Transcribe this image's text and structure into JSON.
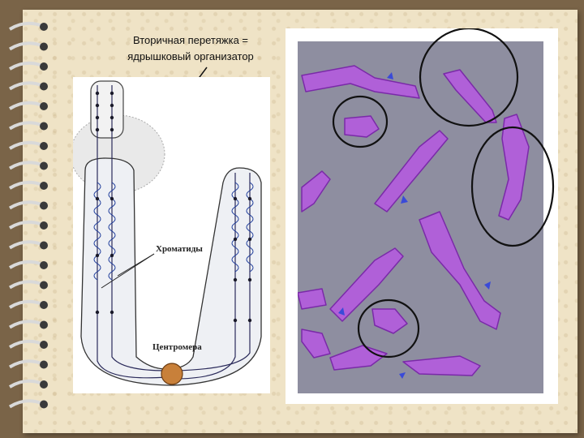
{
  "caption": {
    "line1": "Вторичная перетяжка =",
    "line2": "ядрышковый организатор"
  },
  "diagram": {
    "chromatids_label": "Хроматиды",
    "centromere_label": "Центромера"
  },
  "colors": {
    "page": "#efe3c6",
    "background": "#7a6448",
    "chromosome_stain": "#b060d8",
    "micrograph_bg": "#8e8ea0"
  },
  "icons": [
    "spiral-binding-icon",
    "arrow-icon",
    "circle-marker-icon"
  ]
}
